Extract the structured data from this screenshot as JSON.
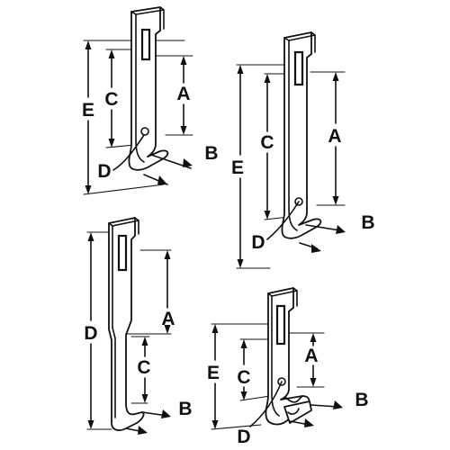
{
  "figures": [
    {
      "id": "top-left",
      "labels": {
        "A": "A",
        "B": "B",
        "C": "C",
        "D": "D",
        "E": "E"
      }
    },
    {
      "id": "top-right",
      "labels": {
        "A": "A",
        "B": "B",
        "C": "C",
        "D": "D",
        "E": "E"
      }
    },
    {
      "id": "bottom-left",
      "labels": {
        "A": "A",
        "B": "B",
        "C": "C",
        "D": "D"
      }
    },
    {
      "id": "bottom-right",
      "labels": {
        "A": "A",
        "B": "B",
        "C": "C",
        "D": "D",
        "E": "E"
      }
    }
  ]
}
